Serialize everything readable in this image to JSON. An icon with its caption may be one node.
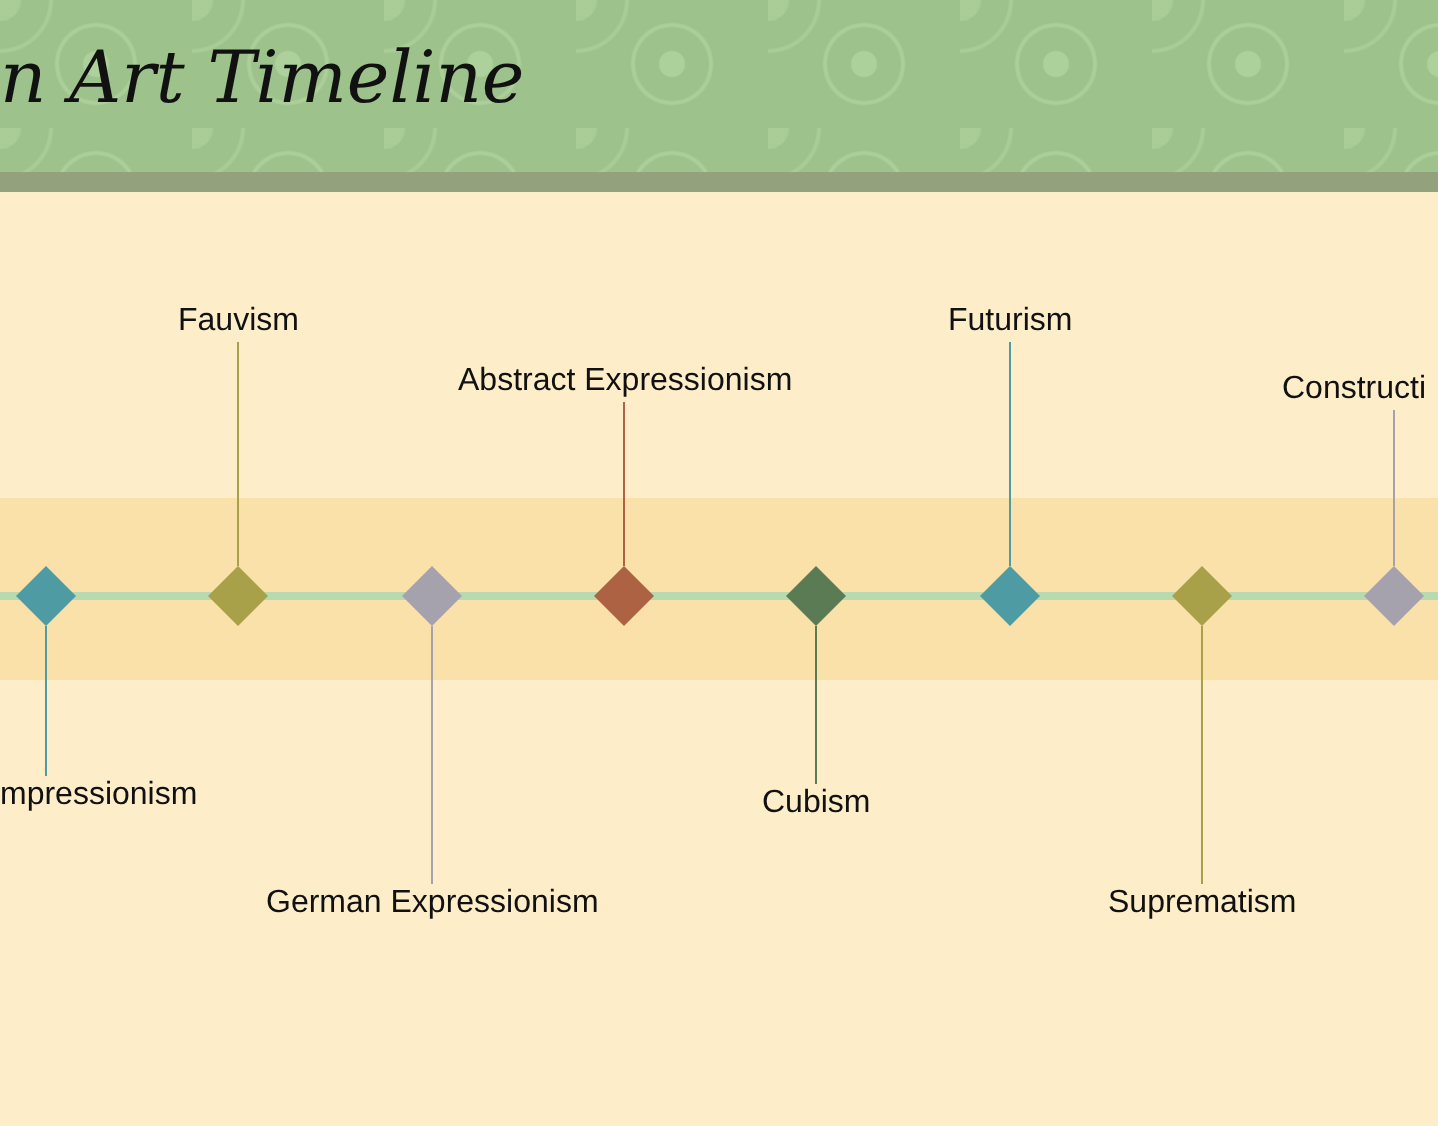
{
  "diagram": {
    "title": "n Art Timeline",
    "nodes": [
      {
        "text": [
          "Fauvism"
        ]
      },
      {
        "text": [
          "Abstract Expressionism"
        ]
      },
      {
        "text": [
          "Futurism"
        ]
      },
      {
        "text": [
          "Constructi"
        ]
      },
      {
        "text": [],
        "shape": "diamond"
      },
      {
        "text": [],
        "shape": "diamond"
      },
      {
        "text": [],
        "shape": "diamond"
      },
      {
        "text": [],
        "shape": "diamond"
      },
      {
        "text": [],
        "shape": "diamond"
      },
      {
        "text": [],
        "shape": "diamond"
      },
      {
        "text": [],
        "shape": "diamond"
      },
      {
        "text": [],
        "shape": "diamond"
      },
      {
        "text": [
          "mpressionism"
        ]
      },
      {
        "text": [
          "Cubism"
        ]
      },
      {
        "text": [
          "German Expressionism"
        ]
      },
      {
        "text": [
          "Suprematism"
        ]
      }
    ],
    "edges": [
      {
        "from": 0,
        "to": 5,
        "arrow": "none",
        "color": "#a9a04a"
      },
      {
        "from": 1,
        "to": 7,
        "arrow": "none",
        "color": "#ad6343"
      },
      {
        "from": 2,
        "to": 9,
        "arrow": "none",
        "color": "#4e9ba4"
      },
      {
        "from": 3,
        "to": 11,
        "arrow": "none",
        "color": "#a6a2ad"
      },
      {
        "from": 12,
        "to": 4,
        "arrow": "none",
        "color": "#4e9ba4"
      },
      {
        "from": 13,
        "to": 8,
        "arrow": "none",
        "color": "#5b7b55"
      },
      {
        "from": 14,
        "to": 6,
        "arrow": "none",
        "color": "#a6a2ad"
      },
      {
        "from": 15,
        "to": 10,
        "arrow": "none",
        "color": "#a9a04a"
      }
    ]
  }
}
